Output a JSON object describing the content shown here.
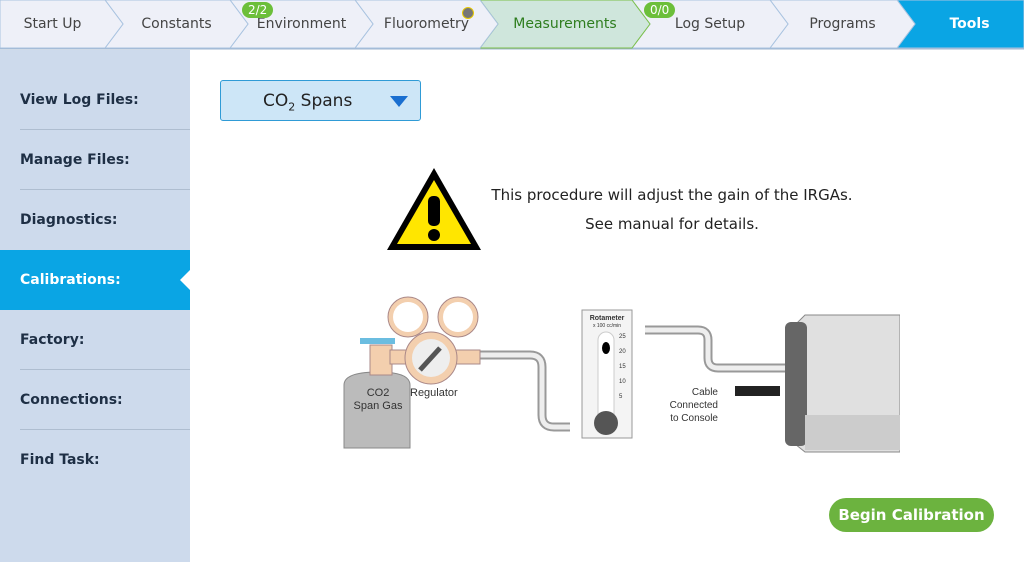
{
  "nav": {
    "tabs": [
      {
        "label": "Start Up"
      },
      {
        "label": "Constants"
      },
      {
        "label": "Environment",
        "badge": "2/2"
      },
      {
        "label": "Fluorometry"
      },
      {
        "label": "Measurements"
      },
      {
        "label": "Log Setup",
        "badge": "0/0"
      },
      {
        "label": "Programs"
      },
      {
        "label": "Tools"
      }
    ],
    "active": "Tools",
    "colors": {
      "active": "#0aa5e4",
      "measurements": "#cfe6dc",
      "default": "#eef0f8"
    }
  },
  "sidebar": {
    "items": [
      {
        "label": "View Log Files:"
      },
      {
        "label": "Manage Files:"
      },
      {
        "label": "Diagnostics:"
      },
      {
        "label": "Calibrations:"
      },
      {
        "label": "Factory:"
      },
      {
        "label": "Connections:"
      },
      {
        "label": "Find Task:"
      }
    ],
    "active": "Calibrations:"
  },
  "main": {
    "dropdown": {
      "prefix": "CO",
      "sub": "2",
      "suffix": " Spans"
    },
    "warning": {
      "line1": "This procedure will adjust the gain of the IRGAs.",
      "line2": "See manual for details."
    },
    "diagram": {
      "tank": "CO2",
      "tank2": "Span Gas",
      "regulator": "Regulator",
      "rotameter": "Rotameter",
      "units": "x 100 cc/min",
      "scale": [
        "25",
        "20",
        "15",
        "10",
        "5"
      ],
      "cable1": "Cable",
      "cable2": "Connected",
      "cable3": "to Console"
    },
    "begin_button": "Begin Calibration"
  }
}
